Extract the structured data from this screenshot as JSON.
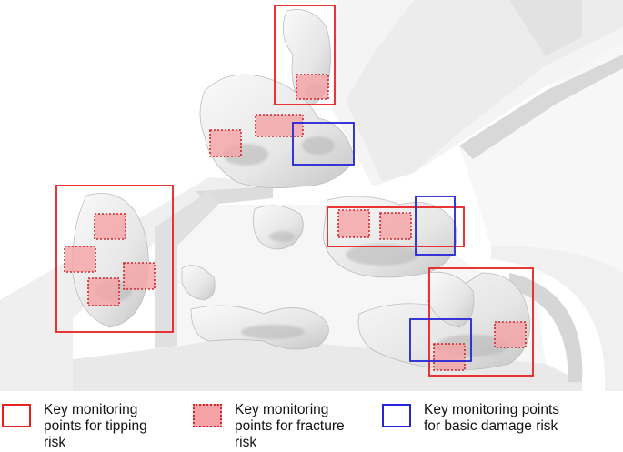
{
  "legend": {
    "tipping": "Key monitoring\npoints for tipping\nrisk",
    "fracture": "Key monitoring\npoints for fracture\nrisk",
    "damage": "Key monitoring points\nfor basic damage risk"
  },
  "colors": {
    "tipping": "#e8201e",
    "fracture_fill": "#f5a3a6",
    "fracture_border": "#d6242a",
    "damage": "#2424d8"
  }
}
